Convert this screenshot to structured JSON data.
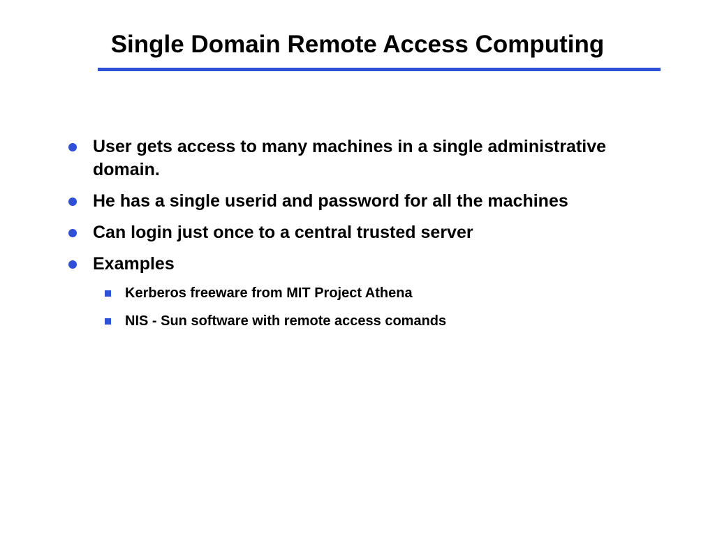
{
  "slide": {
    "title": "Single Domain Remote Access Computing",
    "accent_color": "#2e4fd8",
    "bullets": [
      {
        "level": 1,
        "text": "User gets access to many machines in a single administrative domain."
      },
      {
        "level": 1,
        "text": "He has a single userid and password for all the machines"
      },
      {
        "level": 1,
        "text": "Can login just once to a central trusted server"
      },
      {
        "level": 1,
        "text": "Examples"
      },
      {
        "level": 2,
        "text": "Kerberos freeware from MIT Project Athena"
      },
      {
        "level": 2,
        "text": "NIS - Sun software with remote access comands"
      }
    ]
  }
}
